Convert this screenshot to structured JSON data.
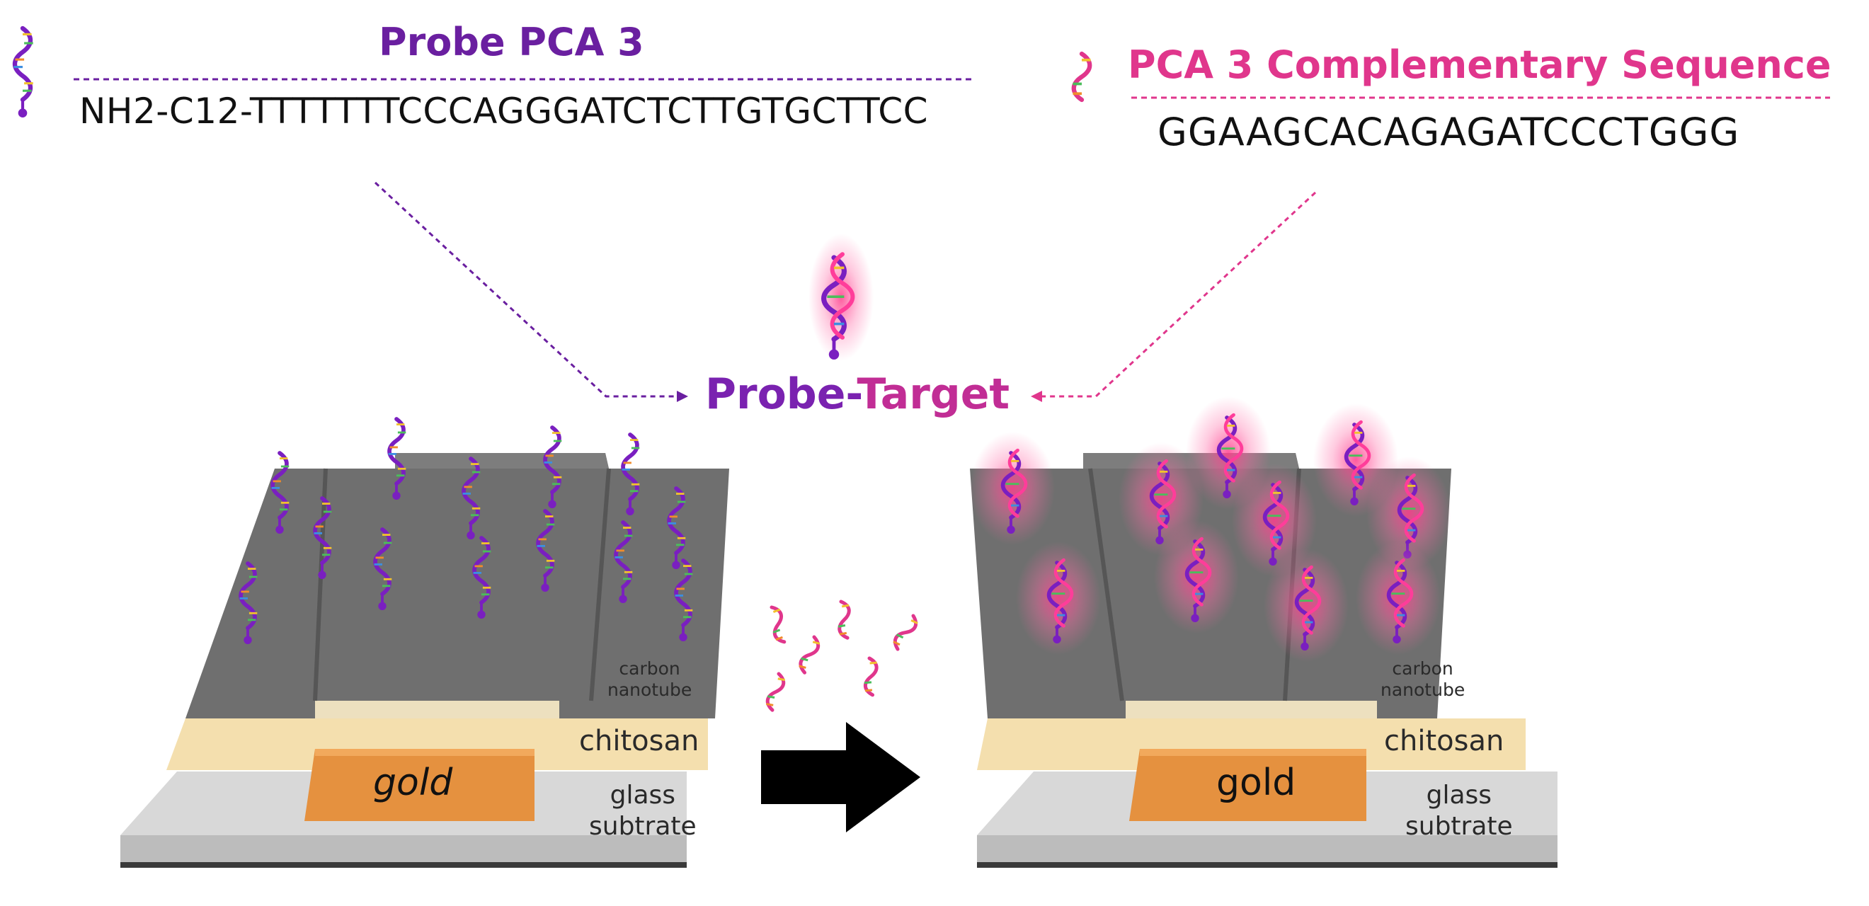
{
  "probe": {
    "title": "Probe PCA 3",
    "sequence": "NH2-C12-TTTTTTTCCCAGGGATCTCTTGTGCTTCC",
    "color": "#6a1fa0"
  },
  "complement": {
    "title": "PCA 3 Complementary Sequence",
    "sequence": "GGAAGCACAGAGATCCCTGGG",
    "color": "#e0368c"
  },
  "hybrid": {
    "label_part1": "Probe-",
    "label_part2": "Target"
  },
  "left_electrode": {
    "carbon_label_line1": "carbon",
    "carbon_label_line2": "nanotube",
    "chitosan_label": "chitosan",
    "gold_label": "gold",
    "glass_label_line1": "glass",
    "glass_label_line2": "subtrate"
  },
  "right_electrode": {
    "carbon_label_line1": "carbon",
    "carbon_label_line2": "nanotube",
    "chitosan_label": "chitosan",
    "gold_label": "gold",
    "glass_label_line1": "glass",
    "glass_label_line2": "subtrate"
  },
  "colors": {
    "carbon": "#6f6f6f",
    "carbon_dark": "#5a5a5a",
    "chitosan": "#f4dfae",
    "gold": "#e5913f",
    "glass": "#d8d8d8",
    "arrow": "#000000"
  }
}
